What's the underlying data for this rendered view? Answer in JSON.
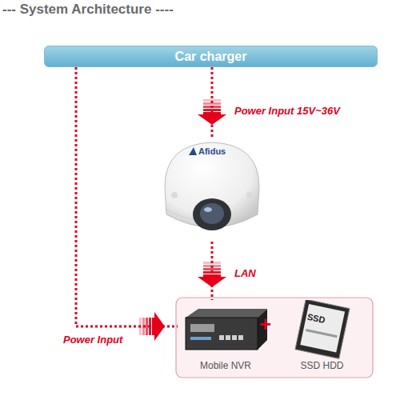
{
  "diagram": {
    "title": "--- System Architecture ----",
    "nodes": [
      {
        "text": [
          "Car charger"
        ]
      },
      {
        "text": [
          "Afidus"
        ]
      },
      {
        "text": [
          "Mobile NVR"
        ]
      },
      {
        "text": [
          "SSD HDD"
        ]
      }
    ],
    "edges": [
      {
        "from": 0,
        "to": 1,
        "arrow": "to",
        "label": "Power Input 15V~36V"
      },
      {
        "from": 1,
        "to": 2,
        "arrow": "to",
        "label": "LAN"
      },
      {
        "from": 0,
        "to": 2,
        "arrow": "to",
        "label": "Power Input"
      }
    ],
    "labels": [
      "+",
      "SSD"
    ]
  }
}
